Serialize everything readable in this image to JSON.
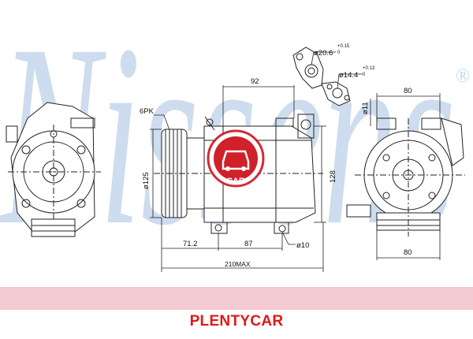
{
  "watermark": {
    "text": "Nissens",
    "registered": "®"
  },
  "stamp": {
    "word": "CAR"
  },
  "drawing": {
    "callouts": {
      "belt_type": "6PK",
      "pulley_diameter": "ø125",
      "port_large_diameter": "ø20.6",
      "port_large_tol_upper": "+0.15",
      "port_large_tol_lower": "0",
      "port_small_diameter": "ø14.4",
      "port_small_tol_upper": "+0.13",
      "port_small_tol_lower": "0",
      "mount_hole_top": "ø11",
      "mount_hole_bottom": "ø10"
    },
    "dimensions": {
      "top_width": "92",
      "body_height": "128",
      "pulley_offset": "71.2",
      "body_length": "87",
      "total_length": "210MAX",
      "right_top_width": "80",
      "right_bottom_width": "80"
    }
  },
  "footer": {
    "brand": "PLENTYCAR",
    "band_color": "#f3c9d2",
    "brand_color": "#e01818"
  }
}
